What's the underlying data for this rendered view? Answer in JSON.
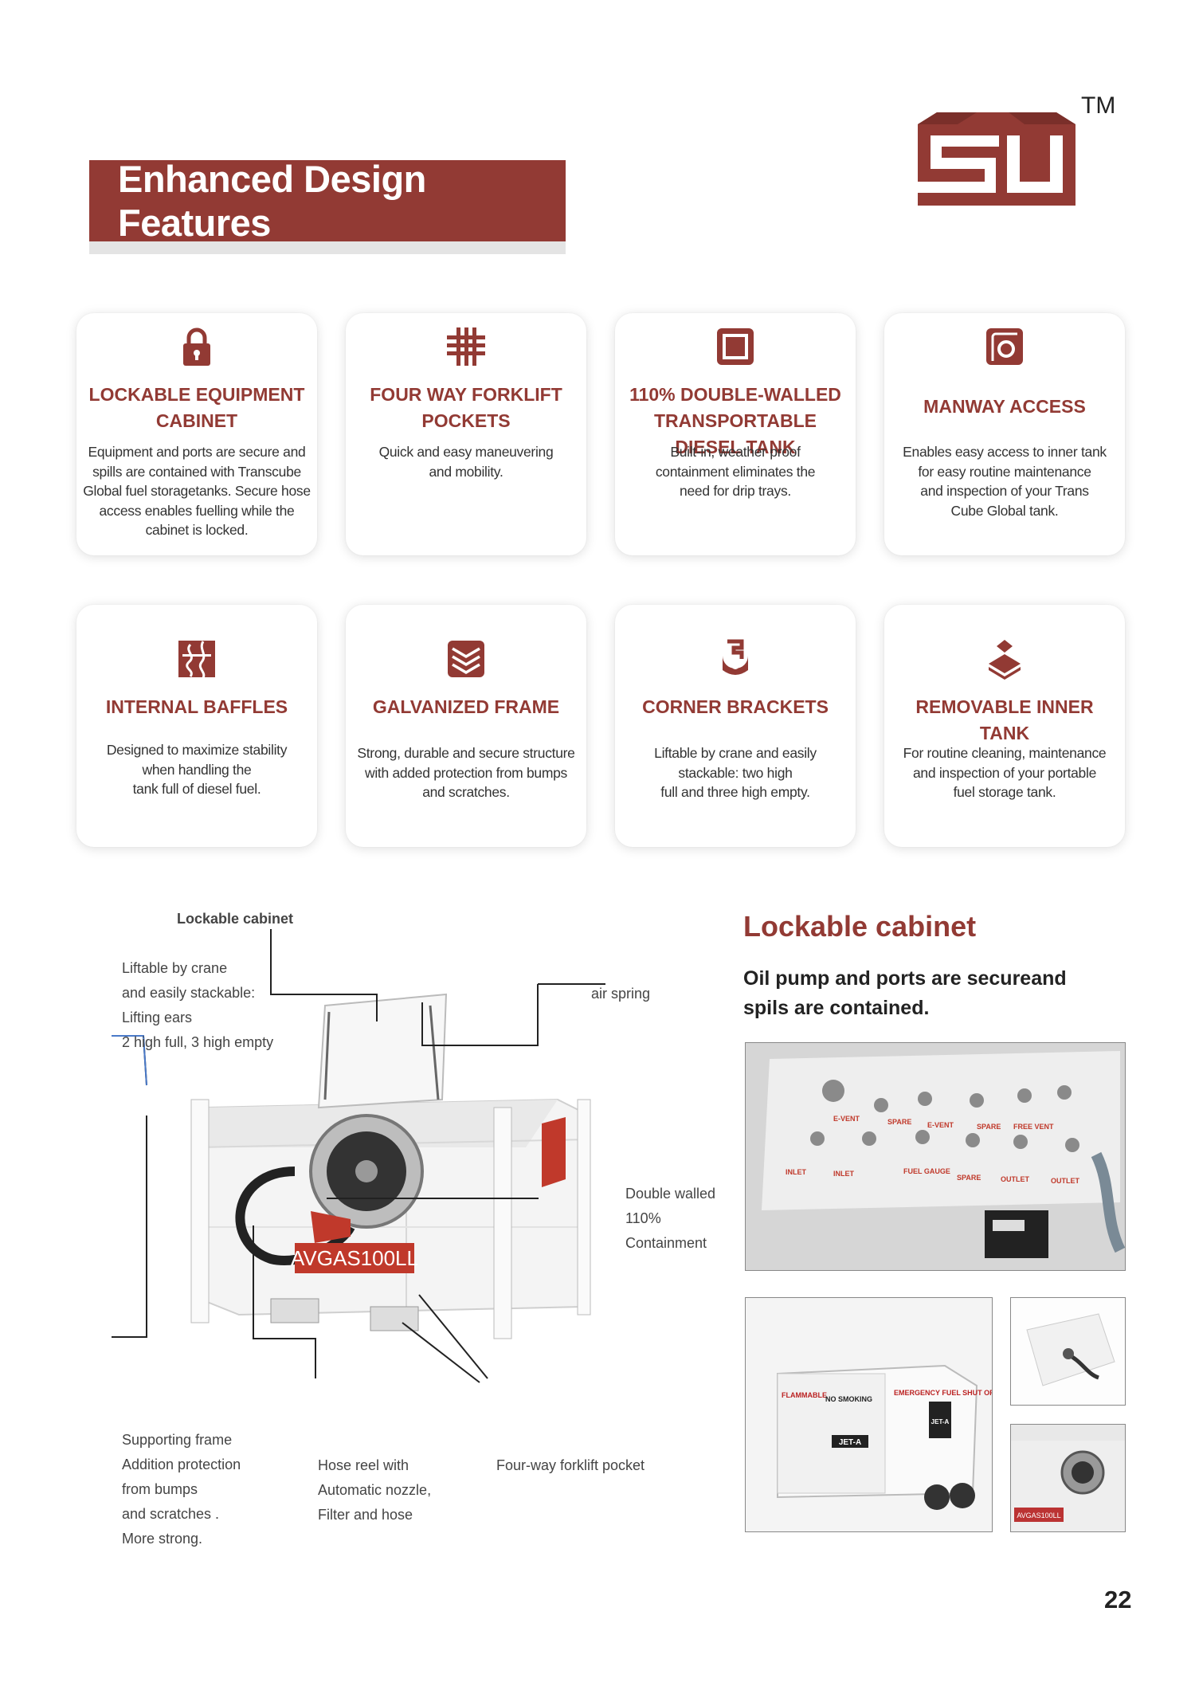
{
  "header": {
    "title": "Enhanced Design Features",
    "trademark": "TM",
    "logo_name": "SU logo"
  },
  "features": [
    {
      "icon": "lock-icon",
      "title": "LOCKABLE EQUIPMENT\nCABINET",
      "text": "Equipment and ports are secure and\nspills are contained with Transcube\nGlobal fuel storagetanks. Secure hose\naccess enables fuelling  while the\ncabinet is locked."
    },
    {
      "icon": "grid-icon",
      "title": "FOUR WAY FORKLIFT\nPOCKETS",
      "text": "Quick and easy maneuvering\nand mobility."
    },
    {
      "icon": "square-icon",
      "title": "110% DOUBLE-WALLED\nTRANSPORTABLE DIESEL TANK",
      "text": "Built-in, weather proof\ncontainment eliminates the\nneed for drip trays."
    },
    {
      "icon": "manway-icon",
      "title": "MANWAY ACCESS",
      "text": "Enables easy access to inner tank\nfor easy routine maintenance\nand  inspection of your Trans\nCube Global tank."
    },
    {
      "icon": "baffles-icon",
      "title": "INTERNAL BAFFLES",
      "text": "Designed to maximize stability\nwhen handling the\ntank full of diesel fuel."
    },
    {
      "icon": "frame-icon",
      "title": "GALVANIZED FRAME",
      "text": "Strong, durable and secure structure\nwith added protection from bumps\nand scratches."
    },
    {
      "icon": "bracket-icon",
      "title": "CORNER BRACKETS",
      "text": "Liftable by crane and easily\nstackable: two high\nfull and three high empty."
    },
    {
      "icon": "layers-icon",
      "title": "REMOVABLE INNER TANK",
      "text": "For routine cleaning, maintenance\nand inspection  of your portable\nfuel storage tank."
    }
  ],
  "diagram": {
    "lockable_cabinet": "Lockable cabinet",
    "liftable": "Liftable by crane\nand easily stackable:\nLifting ears\n2 high full, 3 high empty",
    "air_spring": "air spring",
    "double_walled": "Double walled\n110%\nContainment",
    "supporting_frame": "Supporting frame\nAddition protection\nfrom bumps\nand scratches .\nMore strong.",
    "hose_reel": "Hose reel with\nAutomatic nozzle,\nFilter and hose",
    "forklift_pocket": "Four-way forklift pocket",
    "tank_label": "AVGAS100LL"
  },
  "side": {
    "title": "Lockable cabinet",
    "subtitle": "Oil pump and ports are secureand\nspils are contained."
  },
  "cabinet_photo_labels": {
    "row1": [
      "E-VENT",
      "SPARE",
      "E-VENT",
      "SPARE",
      "FREE VENT"
    ],
    "row2": [
      "INLET",
      "INLET",
      "FUEL GAUGE",
      "SPARE",
      "OUTLET",
      "OUTLET"
    ]
  },
  "trailer_photo_labels": {
    "flammable": "FLAMMABLE",
    "no_smoking": "NO SMOKING",
    "emergency": "EMERGENCY\nFUEL SHUT OFF",
    "jet_a": "JET-A",
    "jet_a_2": "JET-A",
    "avgas": "AVGAS100LL"
  },
  "page_number": "22",
  "colors": {
    "accent": "#923a34",
    "text": "#333333"
  }
}
